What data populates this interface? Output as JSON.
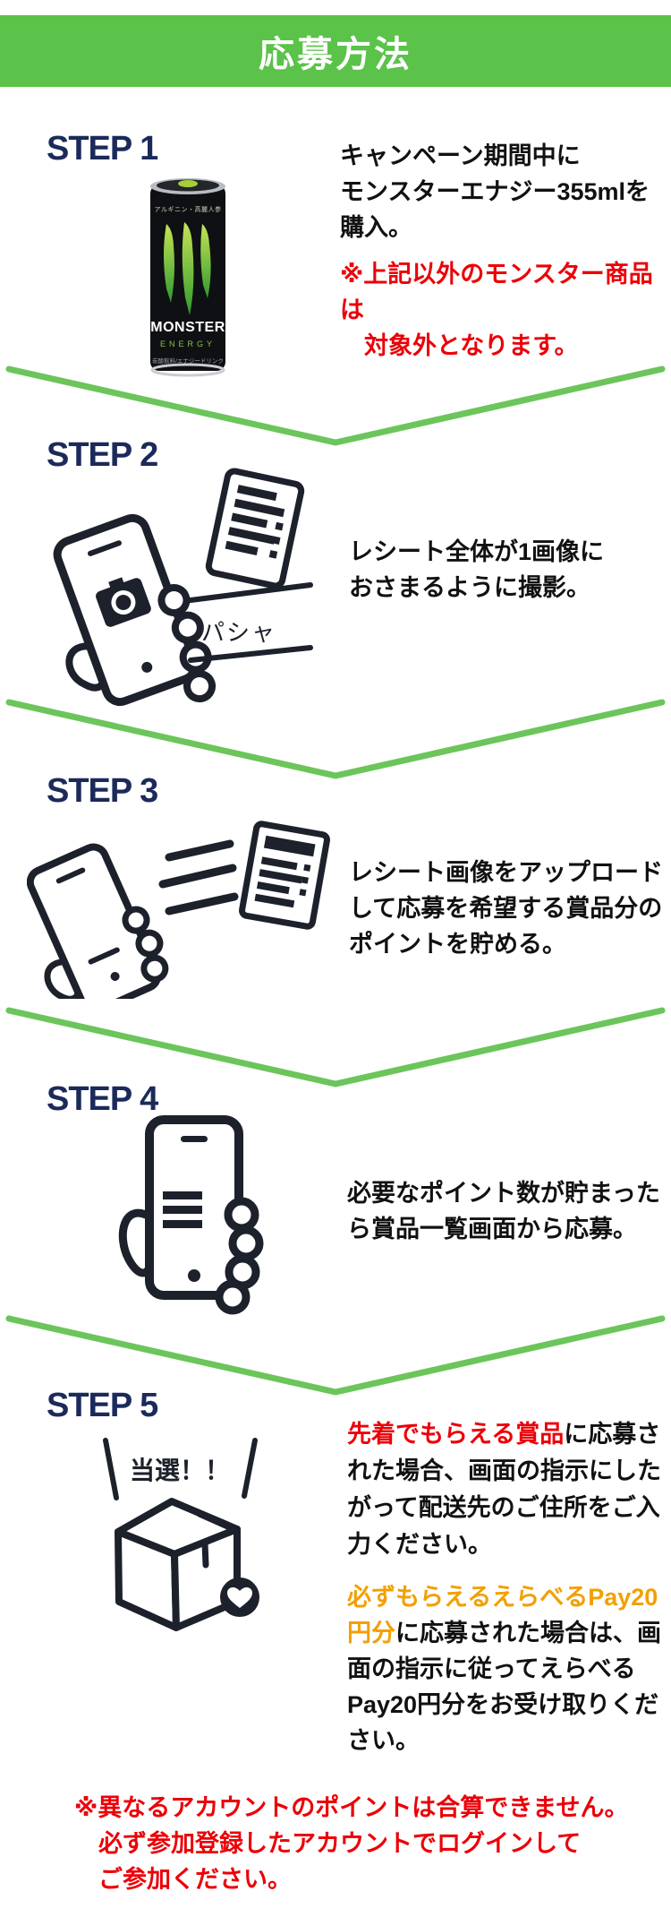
{
  "header": {
    "title": "応募方法"
  },
  "colors": {
    "header_green": "#5bc24a",
    "chevron_green": "#6cc55a",
    "step_navy": "#1b2a5a",
    "note_red": "#ec0008",
    "highlight_orange": "#f2a000",
    "icon_ink": "#1c212b",
    "body_text": "#111111"
  },
  "steps": [
    {
      "label": "STEP 1",
      "icon": "monster-energy-can-image",
      "text": "キャンペーン期間中に\nモンスターエナジー355mlを\n購入。",
      "note": "※上記以外のモンスター商品は\n　対象外となります。"
    },
    {
      "label": "STEP 2",
      "icon": "hand-phone-camera-receipt-icon",
      "sfx": "パシャ",
      "text": "レシート全体が1画像に\nおさまるように撮影。"
    },
    {
      "label": "STEP 3",
      "icon": "phone-upload-receipt-icon",
      "text": "レシート画像をアップロード\nして応募を希望する賞品分の\nポイントを貯める。"
    },
    {
      "label": "STEP 4",
      "icon": "hand-phone-list-icon",
      "text": "必要なポイント数が貯まった\nら賞品一覧画面から応募。"
    },
    {
      "label": "STEP 5",
      "icon": "prize-box-heart-icon",
      "win_text": "当選！！",
      "para1_highlight": "先着でもらえる賞品",
      "para1_rest": "に応募された場合、画面の指示にしたがって配送先のご住所をご入力ください。",
      "para2_highlight": "必ずもらえるえらべるPay20円分",
      "para2_rest": "に応募された場合は、画面の指示に従ってえらべるPay20円分をお受け取りください。"
    }
  ],
  "can": {
    "top_text": "アルギニン・高麗人参",
    "brand": "MONSTER",
    "sub_brand": "ENERGY",
    "bottom_text": "炭酸飲料/エナジードリンク"
  },
  "footer_note": "※異なるアカウントのポイントは合算できません。\n　必ず参加登録したアカウントでログインして\n　ご参加ください。"
}
